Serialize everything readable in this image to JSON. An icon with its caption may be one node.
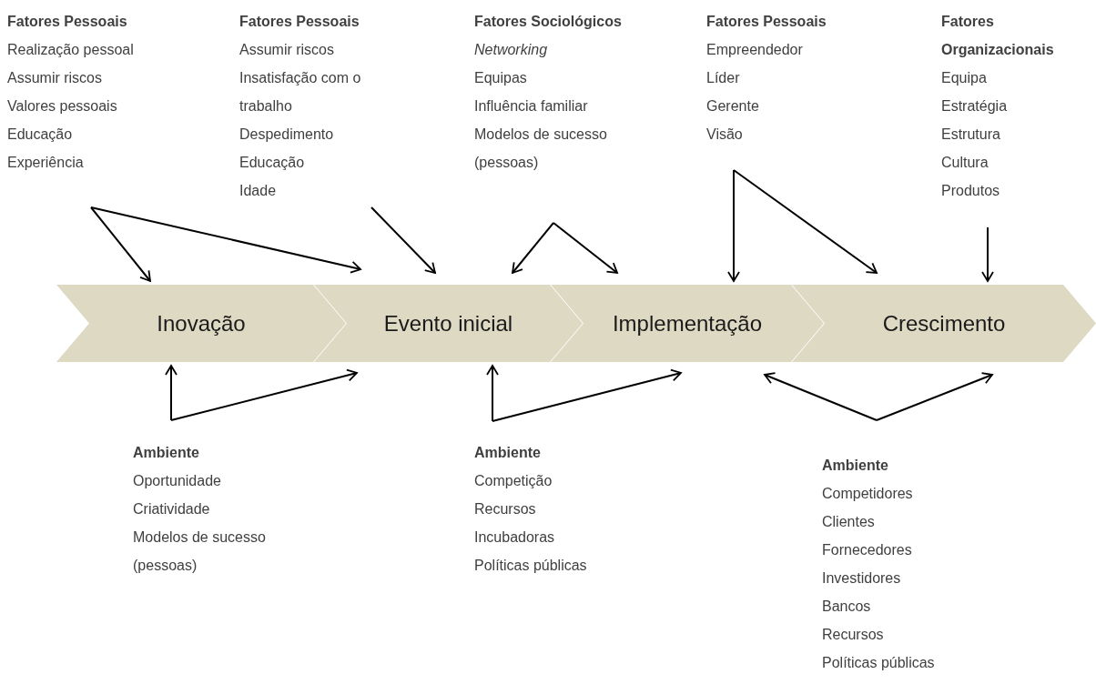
{
  "diagram": {
    "nodes": [
      {
        "text": [
          "Fatores Pessoais",
          "Realização pessoal",
          "Assumir riscos",
          "Valores pessoais",
          "Educação",
          "Experiência"
        ]
      },
      {
        "text": [
          "Fatores Pessoais",
          "Assumir riscos",
          "Insatisfação com o trabalho",
          "Despedimento",
          "Educação",
          "Idade"
        ]
      },
      {
        "text": [
          "Fatores Sociológicos",
          "*Networking*",
          "Equipas",
          "Influência familiar",
          "Modelos de sucesso (pessoas)"
        ]
      },
      {
        "text": [
          "Fatores Pessoais",
          "Empreendedor",
          "Líder",
          "Gerente",
          "Visão"
        ]
      },
      {
        "text": [
          "Fatores Organizacionais",
          "Equipa",
          "Estratégia",
          "Estrutura",
          "Cultura",
          "Produtos"
        ]
      },
      {
        "text": [
          "Inovação"
        ]
      },
      {
        "text": [
          "Evento inicial"
        ]
      },
      {
        "text": [
          "Implementação"
        ]
      },
      {
        "text": [
          "Crescimento"
        ]
      },
      {
        "text": [
          "Ambiente",
          "Oportunidade",
          "Criatividade",
          "Modelos de sucesso (pessoas)"
        ]
      },
      {
        "text": [
          "Ambiente",
          "Competição",
          "Recursos",
          "Incubadoras",
          "Políticas públicas"
        ]
      },
      {
        "text": [
          "Ambiente",
          "Competidores",
          "Clientes",
          "Fornecedores",
          "Investidores",
          "Bancos",
          "Recursos",
          "Políticas públicas"
        ]
      }
    ],
    "edges": [
      {
        "from": 0,
        "to": 5,
        "arrow": "to"
      },
      {
        "from": 0,
        "to": 6,
        "arrow": "to"
      },
      {
        "from": 1,
        "to": 6,
        "arrow": "to"
      },
      {
        "from": 2,
        "to": 6,
        "arrow": "to"
      },
      {
        "from": 2,
        "to": 7,
        "arrow": "to"
      },
      {
        "from": 3,
        "to": 7,
        "arrow": "to"
      },
      {
        "from": 3,
        "to": 8,
        "arrow": "to"
      },
      {
        "from": 4,
        "to": 8,
        "arrow": "to"
      },
      {
        "from": 9,
        "to": 5,
        "arrow": "to"
      },
      {
        "from": 9,
        "to": 6,
        "arrow": "to"
      },
      {
        "from": 10,
        "to": 6,
        "arrow": "to"
      },
      {
        "from": 10,
        "to": 7,
        "arrow": "to"
      },
      {
        "from": 11,
        "to": 7,
        "arrow": "to"
      },
      {
        "from": 11,
        "to": 8,
        "arrow": "to"
      }
    ]
  }
}
